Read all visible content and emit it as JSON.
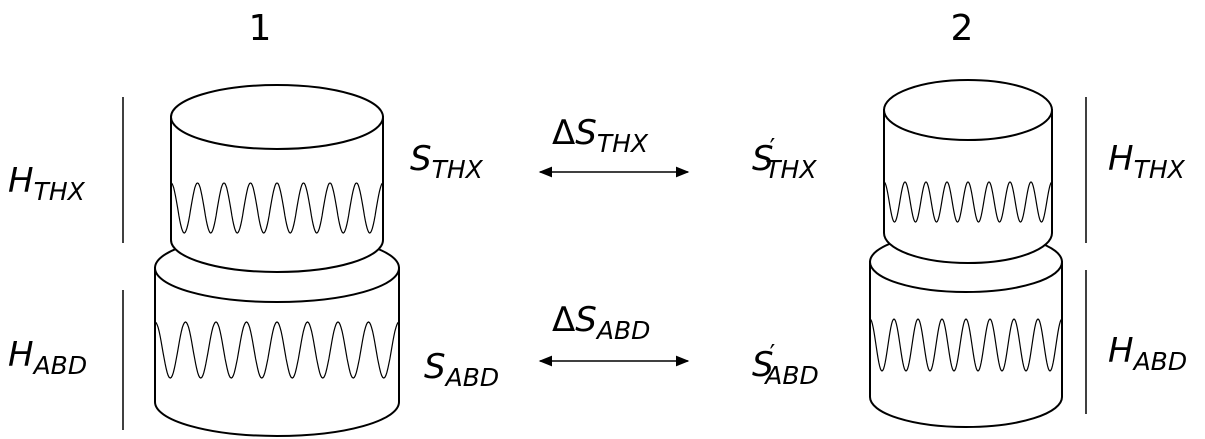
{
  "model_1": {
    "number": "1",
    "height_thx": {
      "main": "H",
      "sub": "THX"
    },
    "height_abd": {
      "main": "H",
      "sub": "ABD"
    },
    "signal_thx": {
      "main": "S",
      "sub": "THX"
    },
    "signal_abd": {
      "main": "S",
      "sub": "ABD"
    }
  },
  "model_2": {
    "number": "2",
    "height_thx": {
      "main": "H",
      "sub": "THX"
    },
    "height_abd": {
      "main": "H",
      "sub": "ABD"
    },
    "signal_thx": {
      "main": "S",
      "prime": "′",
      "sub": "THX"
    },
    "signal_abd": {
      "main": "S",
      "prime": "′",
      "sub": "ABD"
    }
  },
  "difference_thx": {
    "delta": "Δ",
    "main": "S",
    "sub": "THX"
  },
  "difference_abd": {
    "delta": "Δ",
    "main": "S",
    "sub": "ABD"
  }
}
